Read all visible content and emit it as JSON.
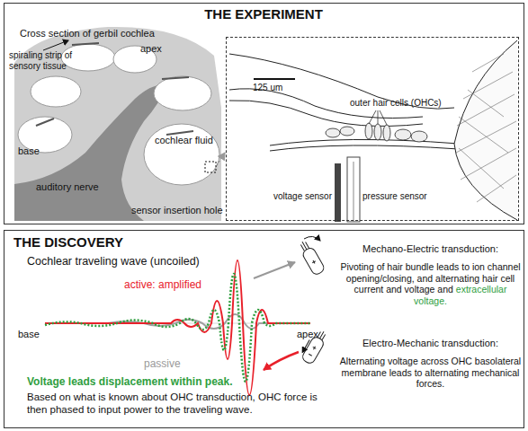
{
  "diagram": {
    "nodes": [
      {
        "text": [
          "THE EXPERIMENT"
        ]
      },
      {
        "text": [
          "125 um",
          "outer hair cells (OHCs)",
          "voltage sensor",
          "pressure sensor"
        ],
        "in": 0
      },
      {
        "text": [
          "THE DISCOVERY"
        ]
      }
    ],
    "labels": [
      "Cross section of gerbil cochlea",
      "spiraling strip of sensory tissue",
      "apex",
      "base",
      "cochlear fluid",
      "auditory nerve",
      "sensor insertion hole",
      "Mechano-Electric transduction:",
      "Pivoting of hair bundle leads to ion channel opening/closing, and alternating hair cell current and voltage and",
      "extracellular voltage.",
      "Cochlear traveling wave (uncoiled)",
      "active: amplified",
      "passive",
      "base",
      "apex",
      "Electro-Mechanic transduction:",
      "Alternating voltage across OHC basolateral membrane leads to alternating mechanical forces.",
      "Voltage",
      "leads displacement within peak.",
      "Based on what is known about OHC transduction, OHC force is then phased to input power to the traveling wave."
    ]
  }
}
